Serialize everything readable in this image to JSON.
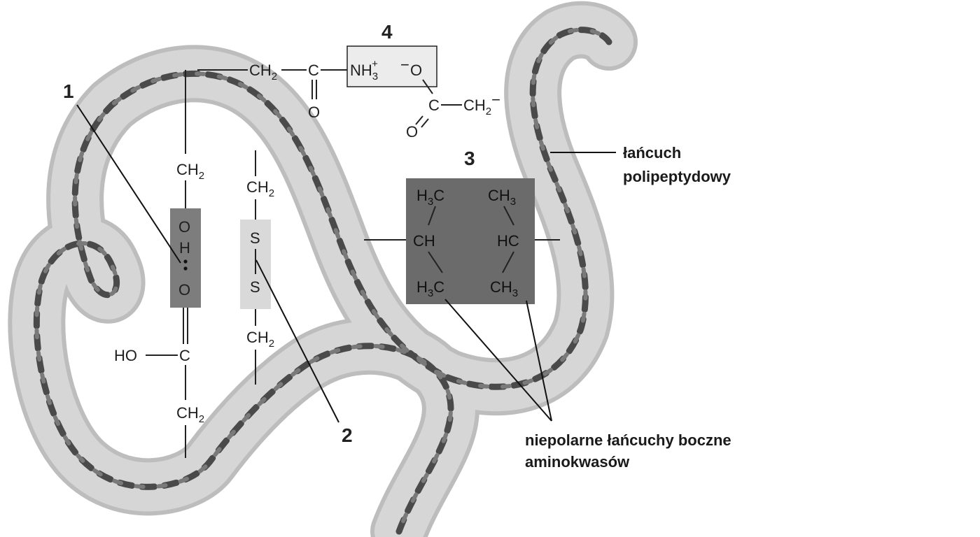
{
  "numbers": {
    "n1": "1",
    "n2": "2",
    "n3": "3",
    "n4": "4"
  },
  "captions": {
    "chain_line1": "łańcuch",
    "chain_line2": "polipeptydowy",
    "side_line1": "niepolarne łańcuchy boczne",
    "side_line2": "aminokwasów"
  },
  "bond1": {
    "ch2_top": "CH",
    "ch2_top_sub": "2",
    "o_top": "O",
    "h": "H",
    "o_bottom": "O",
    "ho": "HO",
    "c": "C",
    "ch2_bottom": "CH",
    "ch2_bottom_sub": "2"
  },
  "bond2": {
    "ch2_top": "CH",
    "ch2_top_sub": "2",
    "s1": "S",
    "s2": "S",
    "ch2_bottom": "CH",
    "ch2_bottom_sub": "2"
  },
  "bond3": {
    "h3c_top": "H",
    "h3c_top_sub": "3",
    "h3c_top_c": "C",
    "ch3_top": "CH",
    "ch3_top_sub": "3",
    "ch": "CH",
    "hc": "HC",
    "h3c_bottom": "H",
    "h3c_bottom_sub": "3",
    "h3c_bottom_c": "C",
    "ch3_bottom": "CH",
    "ch3_bottom_sub": "3"
  },
  "bond4": {
    "ch2": "CH",
    "ch2_sub": "2",
    "c_left": "C",
    "o_left": "O",
    "nh3": "NH",
    "nh3_sub": "3",
    "nh3_sup": "+",
    "o_minus_sign": "−",
    "o_minus": "O",
    "c_right": "C",
    "o_right": "O",
    "ch2_right": "CH",
    "ch2_right_sub": "2",
    "ch2_right_dash": "−"
  },
  "colors": {
    "tube": "#d2d2d2",
    "tube_edge": "#bdbdbd",
    "ribbon_dark": "#4a4a4a",
    "ribbon_mid": "#7a7a7a",
    "box_hbond": "#7d7d7d",
    "box_ss": "#d9d9d9",
    "box_hydrophobic": "#6b6b6b",
    "box_ionic": "#ececec"
  }
}
